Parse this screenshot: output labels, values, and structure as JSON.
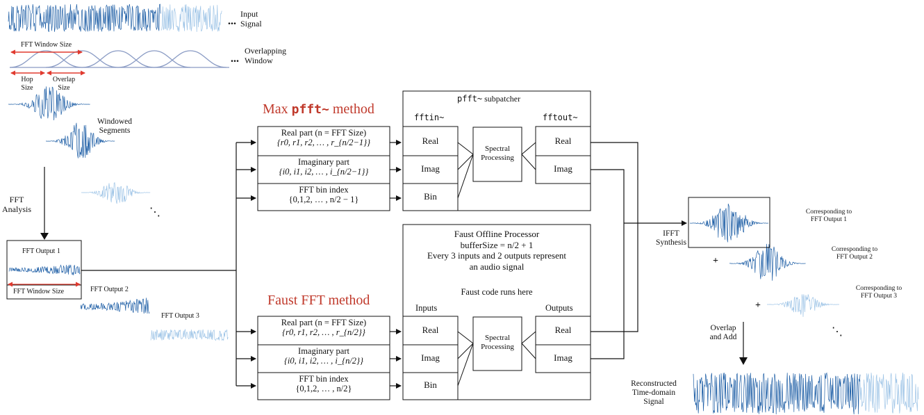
{
  "top": {
    "input_signal": [
      "Input",
      "Signal"
    ],
    "fft_window_size": "FFT Window Size",
    "overlapping_window": [
      "Overlapping",
      "Window"
    ],
    "hop_size": [
      "Hop",
      "Size"
    ],
    "overlap_size": [
      "Overlap",
      "Size"
    ],
    "windowed_segments": [
      "Windowed",
      "Segments"
    ],
    "fft_analysis": [
      "FFT",
      "Analysis"
    ],
    "ellipsis": "...",
    "diag_ellipsis": "⋱"
  },
  "fft_outputs": {
    "output1": "FFT Output 1",
    "output1_window": "FFT Window Size",
    "output2": "FFT Output 2",
    "output3": "FFT Output 3"
  },
  "max_method": {
    "title_prefix": "Max ",
    "title_code": "pfft~",
    "title_suffix": " method",
    "subpatcher": "pfft~ subpatcher",
    "subpatcher_code": "pfft~",
    "subpatcher_text": " subpatcher",
    "fftin": "fftin~",
    "fftout": "fftout~",
    "rows": [
      {
        "label": "Real part (n = FFT Size)",
        "set": "{r0, r1, r2, … , r_{n/2−1}}"
      },
      {
        "label": "Imaginary part",
        "set": "{i0, i1, i2, … , i_{n/2−1}}"
      },
      {
        "label": "FFT bin index",
        "set": "{0,1,2, … , n/2 − 1}"
      }
    ],
    "ports": [
      "Real",
      "Imag",
      "Bin"
    ],
    "spectral": [
      "Spectral",
      "Processing"
    ],
    "outs": [
      "Real",
      "Imag"
    ]
  },
  "faust_method": {
    "title": "Faust FFT method",
    "processor": [
      "Faust Offline Processor",
      "bufferSize = n/2 + 1",
      "Every 3 inputs and 2 outputs represent",
      "an audio signal"
    ],
    "code_runs": "Faust code runs here",
    "inputs": "Inputs",
    "outputs": "Outputs",
    "rows": [
      {
        "label": "Real part (n = FFT Size)",
        "set": "{r0, r1, r2, … , r_{n/2}}"
      },
      {
        "label": "Imaginary part",
        "set": "{i0, i1, i2, … , i_{n/2}}"
      },
      {
        "label": "FFT bin index",
        "set": "{0,1,2, … , n/2}"
      }
    ],
    "ports": [
      "Real",
      "Imag",
      "Bin"
    ],
    "spectral": [
      "Spectral",
      "Processing"
    ],
    "outs": [
      "Real",
      "Imag"
    ]
  },
  "synthesis": {
    "ifft": [
      "IFFT",
      "Synthesis"
    ],
    "corr1": [
      "Corresponding to",
      "FFT Output 1"
    ],
    "corr2": [
      "Corresponding to",
      "FFT Output 2"
    ],
    "corr3": [
      "Corresponding to",
      "FFT Output 3"
    ],
    "plus": "+",
    "overlap_add": [
      "Overlap",
      "and Add"
    ],
    "reconstructed": [
      "Reconstructed",
      "Time-domain",
      "Signal"
    ]
  },
  "colors": {
    "wave_dark": "#1f5fa6",
    "wave_light": "#9cc3e6",
    "window_curve": "#8a9bc4",
    "red_arrow": "#e03a2f",
    "title_red": "#c0392b"
  }
}
